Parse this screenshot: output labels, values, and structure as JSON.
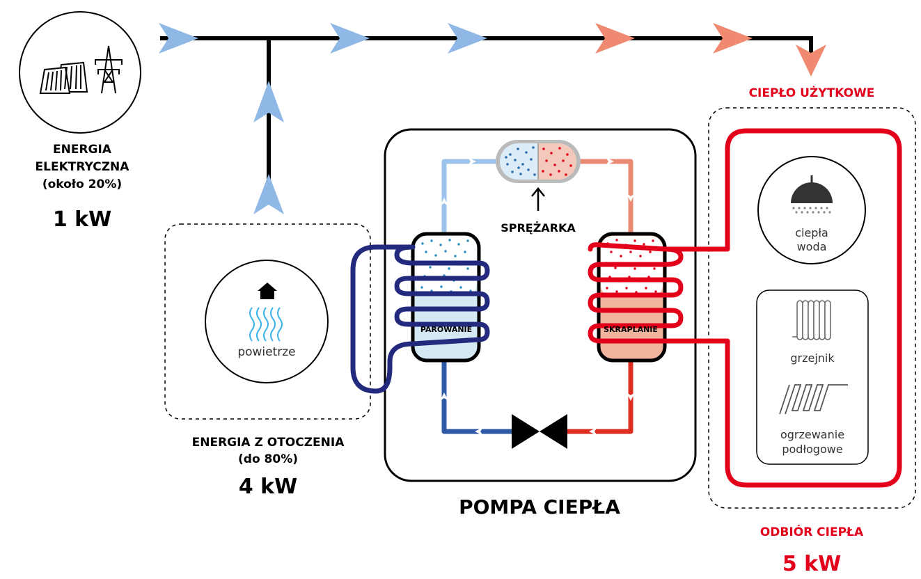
{
  "electric": {
    "line1": "ENERGIA",
    "line2": "ELEKTRYCZNA",
    "line3": "(około 20%)",
    "power": "1 kW"
  },
  "ambient": {
    "label": "powietrze",
    "line1": "ENERGIA Z OTOCZENIA",
    "line2": "(do 80%)",
    "power": "4 kW"
  },
  "pump": {
    "title": "POMPA CIEPŁA",
    "compressor": "SPRĘŻARKA",
    "evaporator": "PAROWANIE",
    "condenser": "SKRAPLANIE"
  },
  "useful_heat": {
    "title": "CIEPŁO UŻYTKOWE",
    "hot_water_line1": "ciepła",
    "hot_water_line2": "woda",
    "radiator": "grzejnik",
    "floor_line1": "ogrzewanie",
    "floor_line2": "podłogowe"
  },
  "heat_receiver": {
    "title": "ODBIÓR CIEPŁA",
    "power": "5 kW"
  },
  "colors": {
    "flow_blue": "#8fb8e6",
    "flow_salmon": "#ef8a70",
    "coil_navy": "#232a7e",
    "heat_red": "#e3001b",
    "loop_light_blue": "#9cc3ea",
    "loop_dark_blue": "#2f5aa5",
    "loop_salmon": "#ea8a73",
    "loop_red": "#dd2e22"
  },
  "icons": [
    "power-plant-icon",
    "transmission-tower-icon",
    "house-icon",
    "air-waves-icon",
    "shower-icon",
    "radiator-icon",
    "floor-heating-icon",
    "expansion-valve-icon"
  ]
}
